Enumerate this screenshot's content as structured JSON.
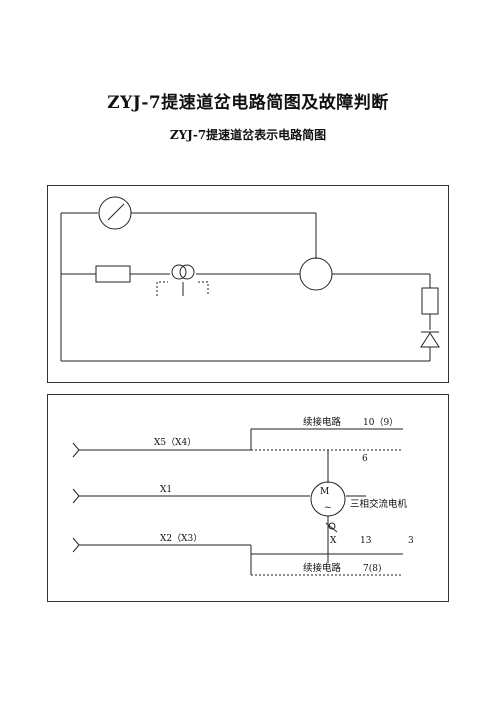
{
  "document": {
    "title": "ZYJ-7提速道岔电路简图及故障判断",
    "subtitle": "ZYJ-7提速道岔表示电路简图"
  },
  "diagram2": {
    "upper_terminal": "X5（X4）",
    "middle_terminal": "X1",
    "lower_terminal": "X2（X3）",
    "upper_relay": "续接电路",
    "upper_relay_ref": "10（9）",
    "lower_relay": "续接电路",
    "lower_relay_ref": "7(8)",
    "node_6": "6",
    "motor_symbol": "M",
    "motor_tilde": "~",
    "motor_name": "三相交流电机",
    "node_x": "X",
    "node_13": "13",
    "node_3": "3"
  }
}
